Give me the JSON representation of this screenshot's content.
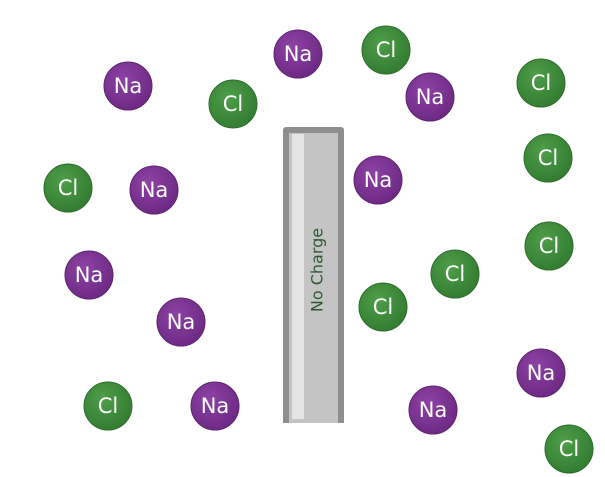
{
  "colors": {
    "na_fill": "#7d3593",
    "na_dark": "#5e2470",
    "cl_fill": "#3f8e3c",
    "cl_dark": "#2d6d2b",
    "rod_body": "#c4c4c4",
    "rod_edge": "#8e8e8e",
    "rod_highlight": "#e4e4e4",
    "rod_text": "#2f5a2f"
  },
  "rod": {
    "label": "No Charge"
  },
  "ions": [
    {
      "label": "Na",
      "kind": "na"
    },
    {
      "label": "Cl",
      "kind": "cl"
    },
    {
      "label": "Na",
      "kind": "na"
    },
    {
      "label": "Cl",
      "kind": "cl"
    },
    {
      "label": "Na",
      "kind": "na"
    },
    {
      "label": "Cl",
      "kind": "cl"
    },
    {
      "label": "Na",
      "kind": "na"
    },
    {
      "label": "Cl",
      "kind": "cl"
    },
    {
      "label": "Na",
      "kind": "na"
    },
    {
      "label": "Cl",
      "kind": "cl"
    },
    {
      "label": "Cl",
      "kind": "cl"
    },
    {
      "label": "Na",
      "kind": "na"
    },
    {
      "label": "Cl",
      "kind": "cl"
    },
    {
      "label": "Na",
      "kind": "na"
    },
    {
      "label": "Cl",
      "kind": "cl"
    },
    {
      "label": "Cl",
      "kind": "cl"
    },
    {
      "label": "Na",
      "kind": "na"
    },
    {
      "label": "Na",
      "kind": "na"
    },
    {
      "label": "Na",
      "kind": "na"
    },
    {
      "label": "Cl",
      "kind": "cl"
    }
  ]
}
